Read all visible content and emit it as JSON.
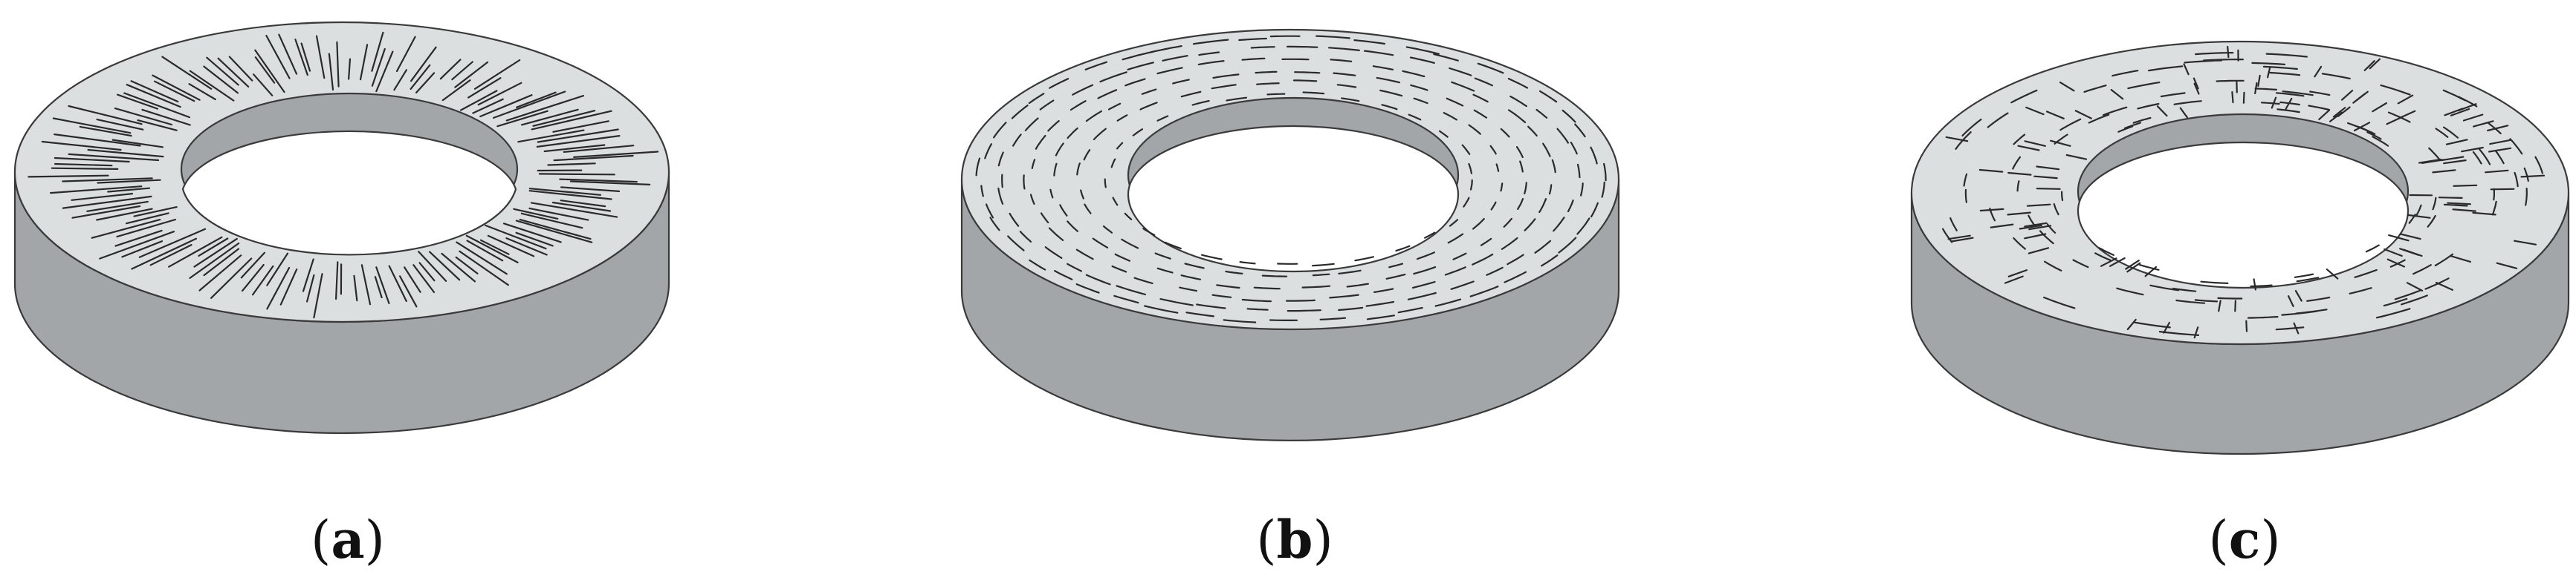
{
  "panels": [
    {
      "id": "a",
      "label_open": "(",
      "label_letter": "a",
      "label_close": ")",
      "fiber_pattern": "radial"
    },
    {
      "id": "b",
      "label_open": "(",
      "label_letter": "b",
      "label_close": ")",
      "fiber_pattern": "circumferential"
    },
    {
      "id": "c",
      "label_open": "(",
      "label_letter": "c",
      "label_close": ")",
      "fiber_pattern": "random-grid"
    }
  ],
  "colors": {
    "top_face": "#dcdfe0",
    "side_face": "#a3a6a8",
    "outline": "#3a3a3a",
    "fiber": "#2a2a2a"
  }
}
